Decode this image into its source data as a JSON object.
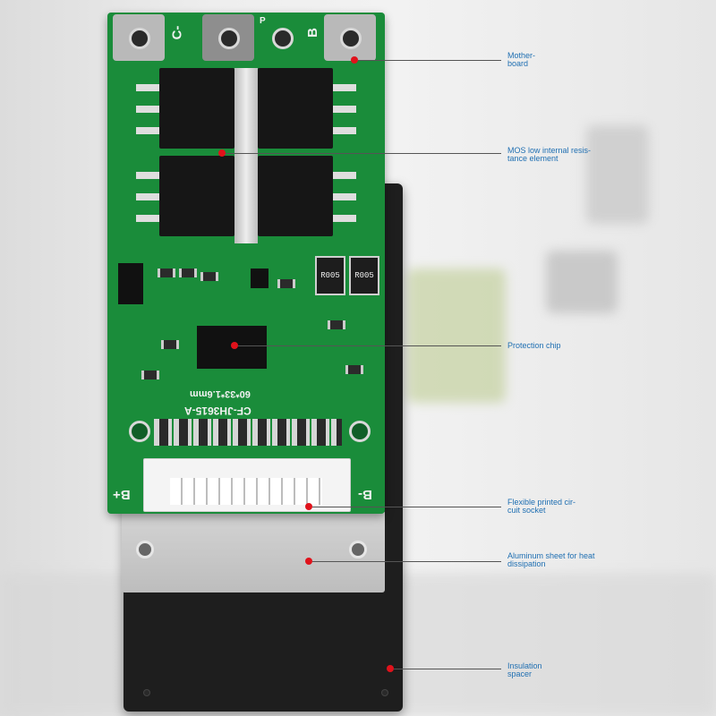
{
  "board": {
    "top_labels": {
      "c_minus": "C-",
      "p": "P",
      "b": "B"
    },
    "bottom_labels": {
      "b_plus": "B+",
      "b_minus": "B-"
    },
    "silkscreen_line1": "CF-JH3615-A",
    "silkscreen_line2": "60*33*1.6mm",
    "resistor_marking": "R005"
  },
  "callouts": [
    {
      "id": "motherboard",
      "text": "Mother-board"
    },
    {
      "id": "mos",
      "text": "MOS low internal resis-tance element"
    },
    {
      "id": "protection",
      "text": "Protection chip"
    },
    {
      "id": "fpc",
      "text": "Flexible printed cir-cuit socket"
    },
    {
      "id": "aluminum",
      "text": "Aluminum sheet for heat dissipation"
    },
    {
      "id": "insulation",
      "text": "Insulation spacer"
    }
  ],
  "colors": {
    "pcb_green": "#1a8c3a",
    "marker_red": "#e0121b",
    "callout_blue": "#1f6fb2",
    "leader_line": "#555555"
  }
}
